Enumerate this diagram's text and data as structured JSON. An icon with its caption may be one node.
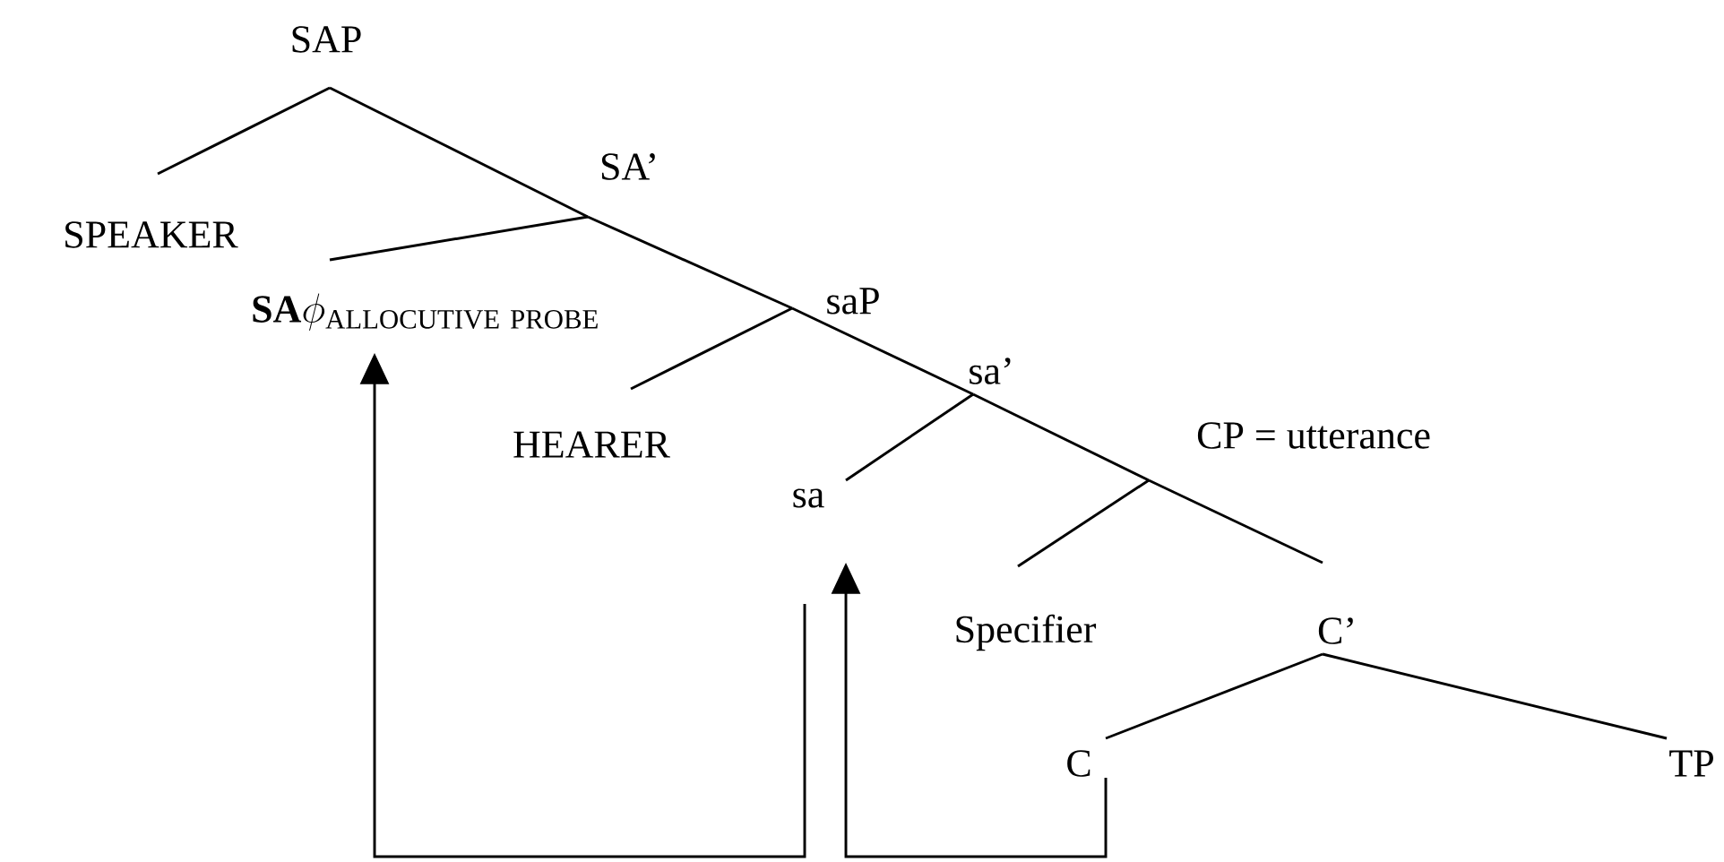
{
  "diagram": {
    "nodes": [
      {
        "text": [
          "SAP"
        ]
      },
      {
        "text": [
          "SPEAKER"
        ]
      },
      {
        "text": [
          "SA’"
        ]
      },
      {
        "text": [
          "\\mathbf{SA}\\phi_{\\mathrm{ALLOCUTIVE\\ PROBE}}"
        ]
      },
      {
        "text": [
          "saP"
        ]
      },
      {
        "text": [
          "HEARER"
        ]
      },
      {
        "text": [
          "sa’"
        ]
      },
      {
        "text": [
          "sa"
        ]
      },
      {
        "text": [
          "CP = utterance"
        ]
      },
      {
        "text": [
          "Specifier"
        ]
      },
      {
        "text": [
          "C’"
        ]
      },
      {
        "text": [
          "C"
        ]
      },
      {
        "text": [
          "TP"
        ]
      }
    ],
    "edges": [
      {
        "from": 0,
        "to": 1,
        "arrow": "none"
      },
      {
        "from": 0,
        "to": 2,
        "arrow": "none"
      },
      {
        "from": 2,
        "to": 3,
        "arrow": "none"
      },
      {
        "from": 2,
        "to": 4,
        "arrow": "none"
      },
      {
        "from": 4,
        "to": 5,
        "arrow": "none"
      },
      {
        "from": 4,
        "to": 6,
        "arrow": "none"
      },
      {
        "from": 6,
        "to": 7,
        "arrow": "none"
      },
      {
        "from": 6,
        "to": 8,
        "arrow": "none"
      },
      {
        "from": 8,
        "to": 9,
        "arrow": "none"
      },
      {
        "from": 8,
        "to": 10,
        "arrow": "none"
      },
      {
        "from": 10,
        "to": 11,
        "arrow": "none"
      },
      {
        "from": 10,
        "to": 12,
        "arrow": "none"
      },
      {
        "from": 11,
        "to": 7,
        "arrow": "to"
      },
      {
        "from": 7,
        "to": 3,
        "arrow": "to"
      }
    ]
  }
}
